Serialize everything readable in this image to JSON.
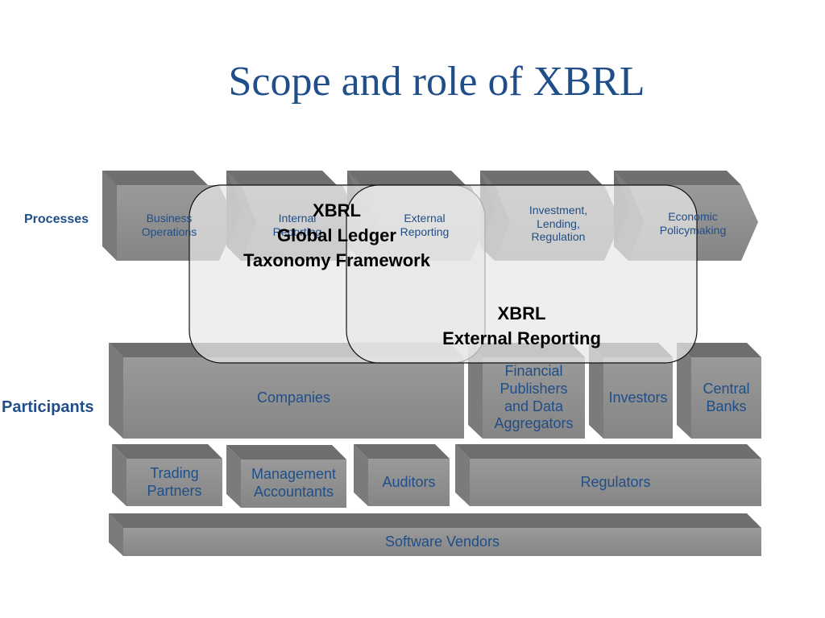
{
  "slide": {
    "title": "Scope and role of XBRL"
  },
  "row_labels": {
    "processes": "Processes",
    "participants": "Participants"
  },
  "processes": [
    {
      "label": "Business\nOperations"
    },
    {
      "label": "Internal\nReporting"
    },
    {
      "label": "External\nReporting"
    },
    {
      "label": "Investment,\nLending,\nRegulation"
    },
    {
      "label": "Economic\nPolicymaking"
    }
  ],
  "participants": [
    {
      "label": "Companies"
    },
    {
      "label": "Financial\nPublishers\nand Data\nAggregators"
    },
    {
      "label": "Investors"
    },
    {
      "label": "Central\nBanks"
    },
    {
      "label": "Trading\nPartners"
    },
    {
      "label": "Management\nAccountants"
    },
    {
      "label": "Auditors"
    },
    {
      "label": "Regulators"
    },
    {
      "label": "Software Vendors"
    }
  ],
  "overlays": {
    "global_ledger": "XBRL\nGlobal Ledger\nTaxonomy Framework",
    "external_reporting": "XBRL\nExternal Reporting"
  },
  "colors": {
    "title": "#1f4e89",
    "box_front": "#8c8c8c",
    "box_top": "#6e6e6e",
    "overlay_fill": "#e8e8e8"
  }
}
